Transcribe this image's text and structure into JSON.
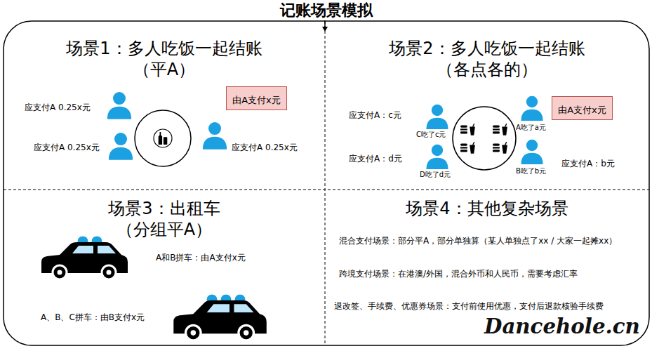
{
  "diagram": {
    "title": "记账场景模拟",
    "nodes": [
      {
        "text": [
          "场景1：多人吃饭一起结账",
          "（平A）"
        ]
      },
      {
        "text": [
          "由A支付x元"
        ],
        "in": 0
      },
      {
        "text": [
          "场景2：多人吃饭一起结账",
          "（各点各的）"
        ]
      },
      {
        "text": [
          "由A支付x元"
        ],
        "in": 2
      },
      {
        "text": [
          "场景3：出租车",
          "（分组平A）"
        ]
      },
      {
        "text": [
          "场景4：其他复杂场景"
        ]
      }
    ],
    "labels": [
      "应支付A 0.25x元",
      "应支付A 0.25x元",
      "应支付A 0.25x元",
      "应支付A：c元",
      "C吃了c元",
      "A吃了a元",
      "应支付A：d元",
      "D吃了d元",
      "B吃了b元",
      "应支付A：b元",
      "A和B拼车：由A支付x元",
      "A、B、C拼车：由B支付x元",
      "混合支付场景：部分平A，部分单独算（某人单独点了xx / 大家一起摊xx）",
      "跨境支付场景：在港澳/外国，混合外币和人民币，需要考虑汇率",
      "退改签、手续费、优惠券场景：支付前使用优惠，支付后退款核验手续费",
      "Dancehole.cn"
    ]
  }
}
